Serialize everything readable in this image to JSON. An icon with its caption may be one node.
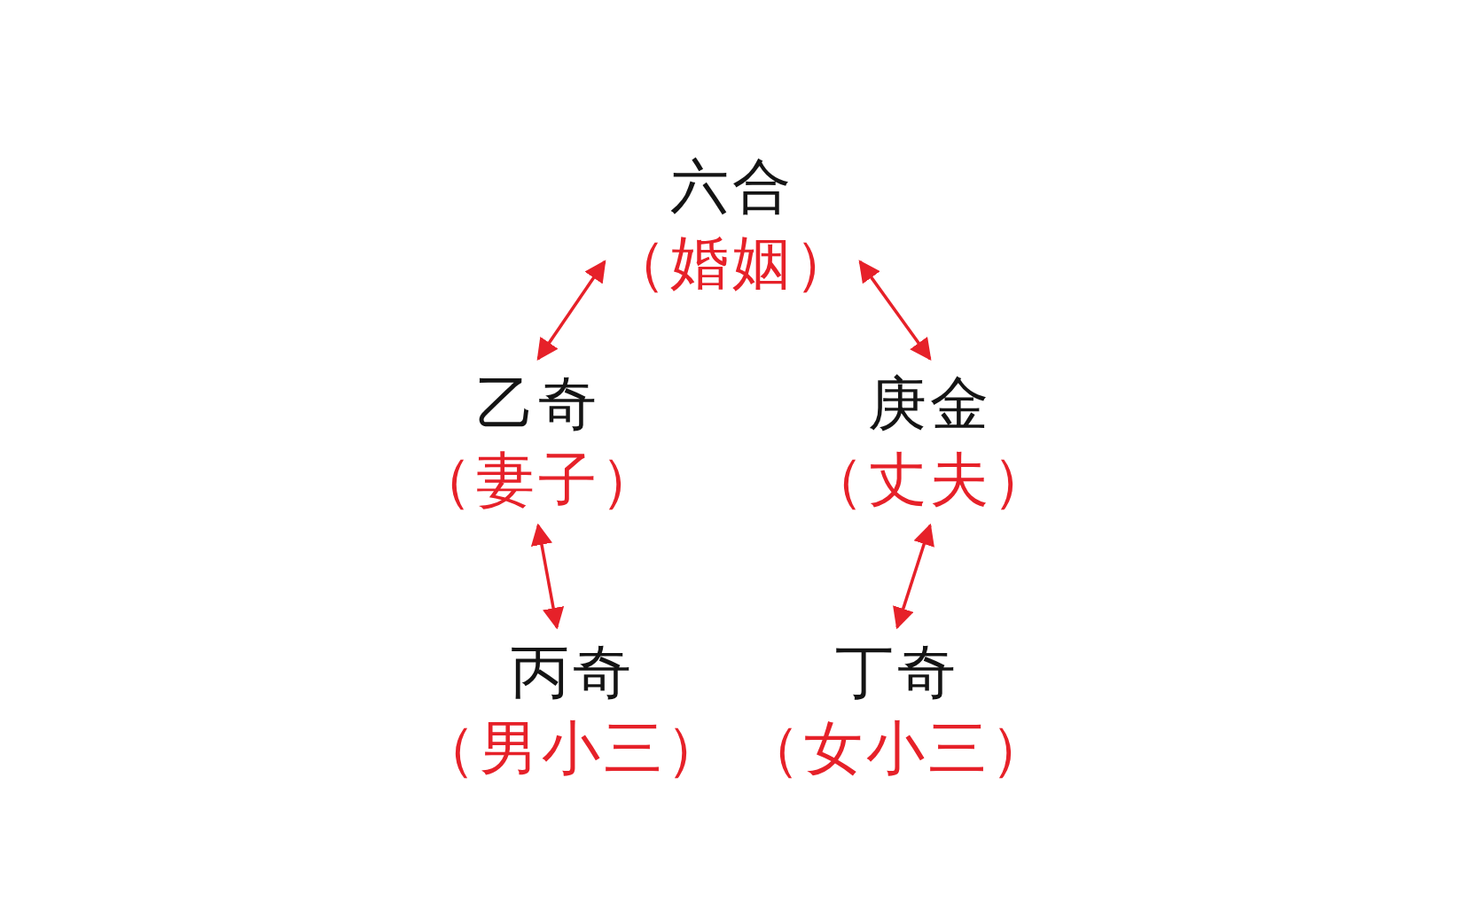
{
  "diagram": {
    "nodes": [
      {
        "text": [
          "六合",
          "（婚姻）"
        ]
      },
      {
        "text": [
          "乙奇",
          "（妻子）"
        ]
      },
      {
        "text": [
          "庚金",
          "（丈夫）"
        ]
      },
      {
        "text": [
          "丙奇",
          "（男小三）"
        ]
      },
      {
        "text": [
          "丁奇",
          "（女小三）"
        ]
      }
    ],
    "edges": [
      {
        "from": 0,
        "to": 1,
        "arrow": "both"
      },
      {
        "from": 0,
        "to": 2,
        "arrow": "both"
      },
      {
        "from": 1,
        "to": 3,
        "arrow": "both"
      },
      {
        "from": 2,
        "to": 4,
        "arrow": "both"
      }
    ]
  }
}
